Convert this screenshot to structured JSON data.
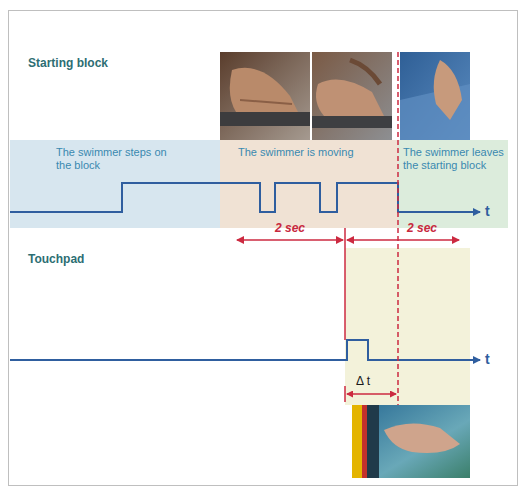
{
  "diagram": {
    "nodes": [
      {
        "text": [
          "The swimmer steps on the block"
        ]
      },
      {
        "text": [
          "The swimmer is moving"
        ]
      },
      {
        "text": [
          "The swimmer leaves the starting block"
        ]
      }
    ],
    "labels": [
      "Starting block",
      "t",
      "2 sec",
      "2 sec",
      "Touchpad",
      "t",
      "Δ t"
    ]
  }
}
